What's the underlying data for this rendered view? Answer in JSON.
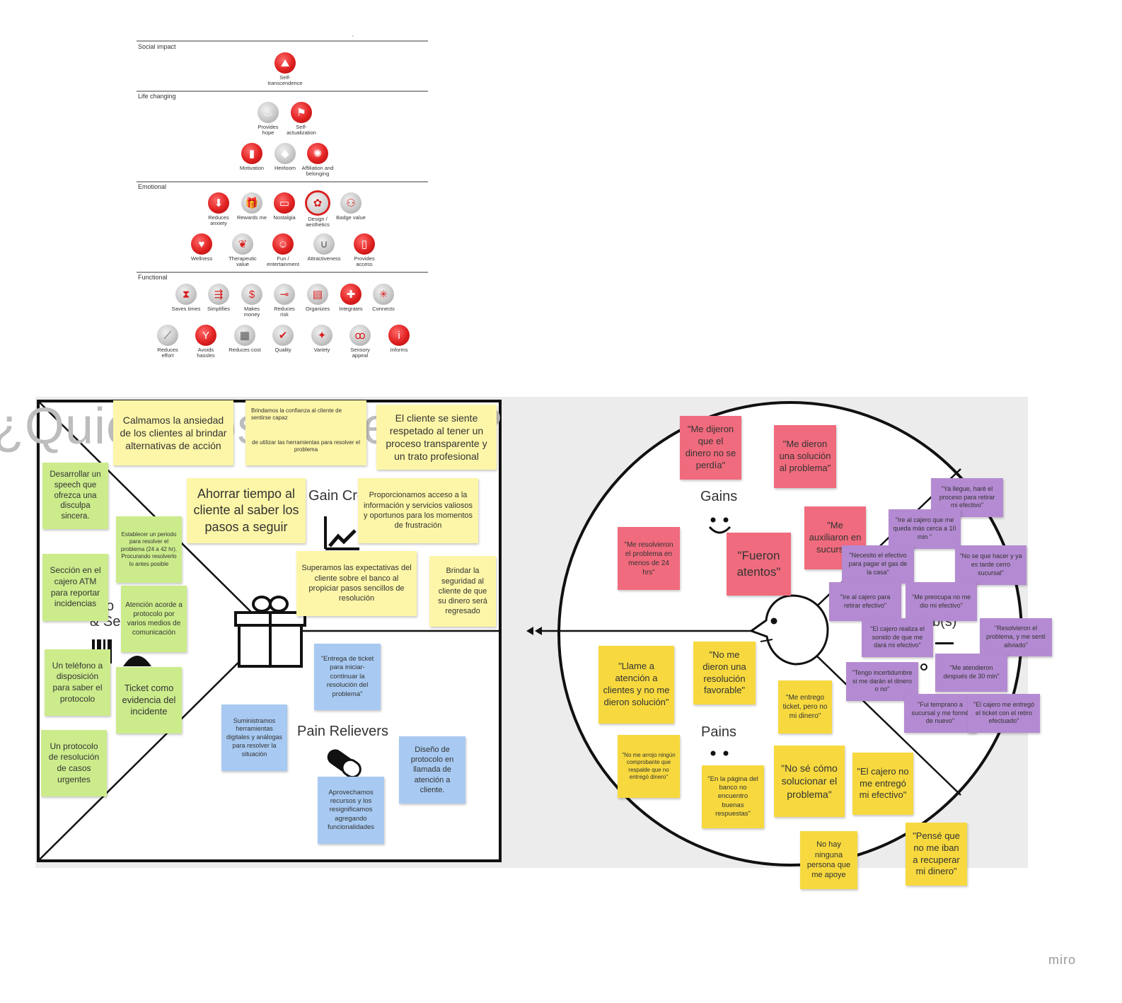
{
  "pyramid": {
    "levels": [
      {
        "title": "Social impact",
        "items": [
          {
            "label": "Self-\ntranscendence",
            "icon": "self-transcendence-icon"
          }
        ]
      },
      {
        "title": "Life changing",
        "items": [
          {
            "label": "Provides\nhope",
            "icon": "provides-hope-icon"
          },
          {
            "label": "Self-\nactualization",
            "icon": "self-actualization-icon"
          },
          {
            "label": "Motivation",
            "icon": "motivation-icon"
          },
          {
            "label": "Heirloom",
            "icon": "heirloom-icon"
          },
          {
            "label": "Affiliation and\nbelonging",
            "icon": "affiliation-icon"
          }
        ]
      },
      {
        "title": "Emotional",
        "items": [
          {
            "label": "Reduces\nanxiety",
            "icon": "reduces-anxiety-icon"
          },
          {
            "label": "Rewards me",
            "icon": "rewards-me-icon"
          },
          {
            "label": "Nostalgia",
            "icon": "nostalgia-icon"
          },
          {
            "label": "Design /\naesthetics",
            "icon": "design-aesthetics-icon"
          },
          {
            "label": "Badge value",
            "icon": "badge-value-icon"
          },
          {
            "label": "Wellness",
            "icon": "wellness-icon"
          },
          {
            "label": "Therapeutic\nvalue",
            "icon": "therapeutic-value-icon"
          },
          {
            "label": "Fun /\nentertainment",
            "icon": "fun-entertainment-icon"
          },
          {
            "label": "Attractiveness",
            "icon": "attractiveness-icon"
          },
          {
            "label": "Provides\naccess",
            "icon": "provides-access-icon"
          }
        ]
      },
      {
        "title": "Functional",
        "items": [
          {
            "label": "Saves times",
            "icon": "saves-time-icon"
          },
          {
            "label": "Simplifies",
            "icon": "simplifies-icon"
          },
          {
            "label": "Makes\nmoney",
            "icon": "makes-money-icon"
          },
          {
            "label": "Reduces\nrisk",
            "icon": "reduces-risk-icon"
          },
          {
            "label": "Organizes",
            "icon": "organizes-icon"
          },
          {
            "label": "Integrates",
            "icon": "integrates-icon"
          },
          {
            "label": "Connects",
            "icon": "connects-icon"
          },
          {
            "label": "Reduces\neffort",
            "icon": "reduces-effort-icon"
          },
          {
            "label": "Avoids\nhassles",
            "icon": "avoids-hassles-icon"
          },
          {
            "label": "Reduces cost",
            "icon": "reduces-cost-icon"
          },
          {
            "label": "Quality",
            "icon": "quality-icon"
          },
          {
            "label": "Variety",
            "icon": "variety-icon"
          },
          {
            "label": "Sensory\nappeal",
            "icon": "sensory-appeal-icon"
          },
          {
            "label": "Informs",
            "icon": "informs-icon"
          }
        ]
      }
    ]
  },
  "board": {
    "watermark": "¿Quién nos necesita?",
    "labels": {
      "gain_creators": "Gain Crea",
      "pain_relievers": "Pain Relievers",
      "products_partial_1": "o",
      "products_partial_2": "& Se",
      "gains": "Gains",
      "pains": "Pains",
      "jobs_partial": "b(s)"
    },
    "stickies": {
      "s01": "Calmamos la ansiedad de los clientes al brindar alternativas de acción",
      "s02a": "Brindamos la confianza al cliente de sentirse capaz",
      "s02b": "de utilizar las herramientas para resolver el problema",
      "s03": "El cliente se siente respetado al tener un proceso transparente y un trato profesional",
      "s04": "Ahorrar tiempo al cliente al saber los pasos a seguir",
      "s05": "Proporcionamos acceso a la información y servicios valiosos y oportunos para los momentos de frustración",
      "s06": "Superamos las expectativas del cliente sobre el banco al propiciar pasos sencillos de resolución",
      "s07": "Brindar la seguridad al cliente de que su dinero será regresado",
      "s08": "Desarrollar un speech que ofrezca una disculpa sincera.",
      "s09": "Establecer un periodo para resolver el problema (24 a 42 hr). Procurando resolverlo lo antes posible",
      "s10": "Sección en el cajero ATM para reportar incidencias",
      "s11": "Atención acorde a protocolo por varios medios de comunicación",
      "s12": "Un teléfono a disposición para saber el protocolo",
      "s13": "Ticket como evidencia del incidente",
      "s14": "Un protocolo de resolución de casos urgentes",
      "s15": "\"Entrega de ticket para iniciar-continuar la resolución del problema\"",
      "s16": "Suministramos herramientas digitales y análogas para resolver la situación",
      "s17": "Diseño de protocolo en llamada de atención a cliente.",
      "s18": "Aprovechamos recursos y los resignificamos agregando funcionalidades",
      "p01": "\"Me dijeron que el dinero no se perdía\"",
      "p02": "\"Me dieron una solución al problema\"",
      "p03": "\"Me resolvieron el problema en menos de 24 hrs\"",
      "p04": "\"Fueron atentos\"",
      "p05": "\"Me auxiliaron en sucursal\"",
      "v01": "\"Ya llegue, haré el proceso para retirar mi efectivo\"",
      "v02": "\"Ire al cajero que me queda más cerca a 10 min \"",
      "v03": "\"Necesito el efectivo para pagar el gas de la casa\"",
      "v04": "\"No se que hacer y ya es tarde cerro sucursal\"",
      "v05": "\"Ire al cajero para retirar efectivo\"",
      "v06": "\"Me preocupa no me dio mi efectivo\"",
      "v07": "\"El cajero realiza el sonido de que me dará mi efectivo\"",
      "v08": "\"Resolvieron el problema, y me sentí aliviado\"",
      "v09": "\"Tengo incertidumbre si me darán el dinero o no\"",
      "v10": "\"Me atendieron después de 30 min\"",
      "v11": "\"Fui temprano a sucursal y me formé de nuevo\"",
      "v12": "\"El cajero me entregó el ticket con el retiro efectuado\"",
      "y01": "\"Llame a atención a clientes y no me dieron solución\"",
      "y02": "\"No me dieron una resolución favorable\"",
      "y03": "\"Me entrego ticket, pero no mi dinero\"",
      "y04": "\"No me arrojo ningún comprobante que respalde que no entregó dinero\"",
      "y05": "\"En la página del banco no encuentro buenas respuestas\"",
      "y06": "\"No sé cómo solucionar el problema\"",
      "y07": "\"El cajero no me entregó mi efectivo\"",
      "y08": "No hay ninguna persona que me apoye",
      "y09": "\"Pensé que no me iban a recuperar mi dinero\""
    }
  },
  "brand": "miro",
  "colors": {
    "sticky_yellow_light": "#fdf6a8",
    "sticky_yellow": "#f7d93f",
    "sticky_green": "#ccec8c",
    "sticky_blue": "#a8caf2",
    "sticky_pink": "#f06b7d",
    "sticky_purple": "#b48bd2"
  }
}
